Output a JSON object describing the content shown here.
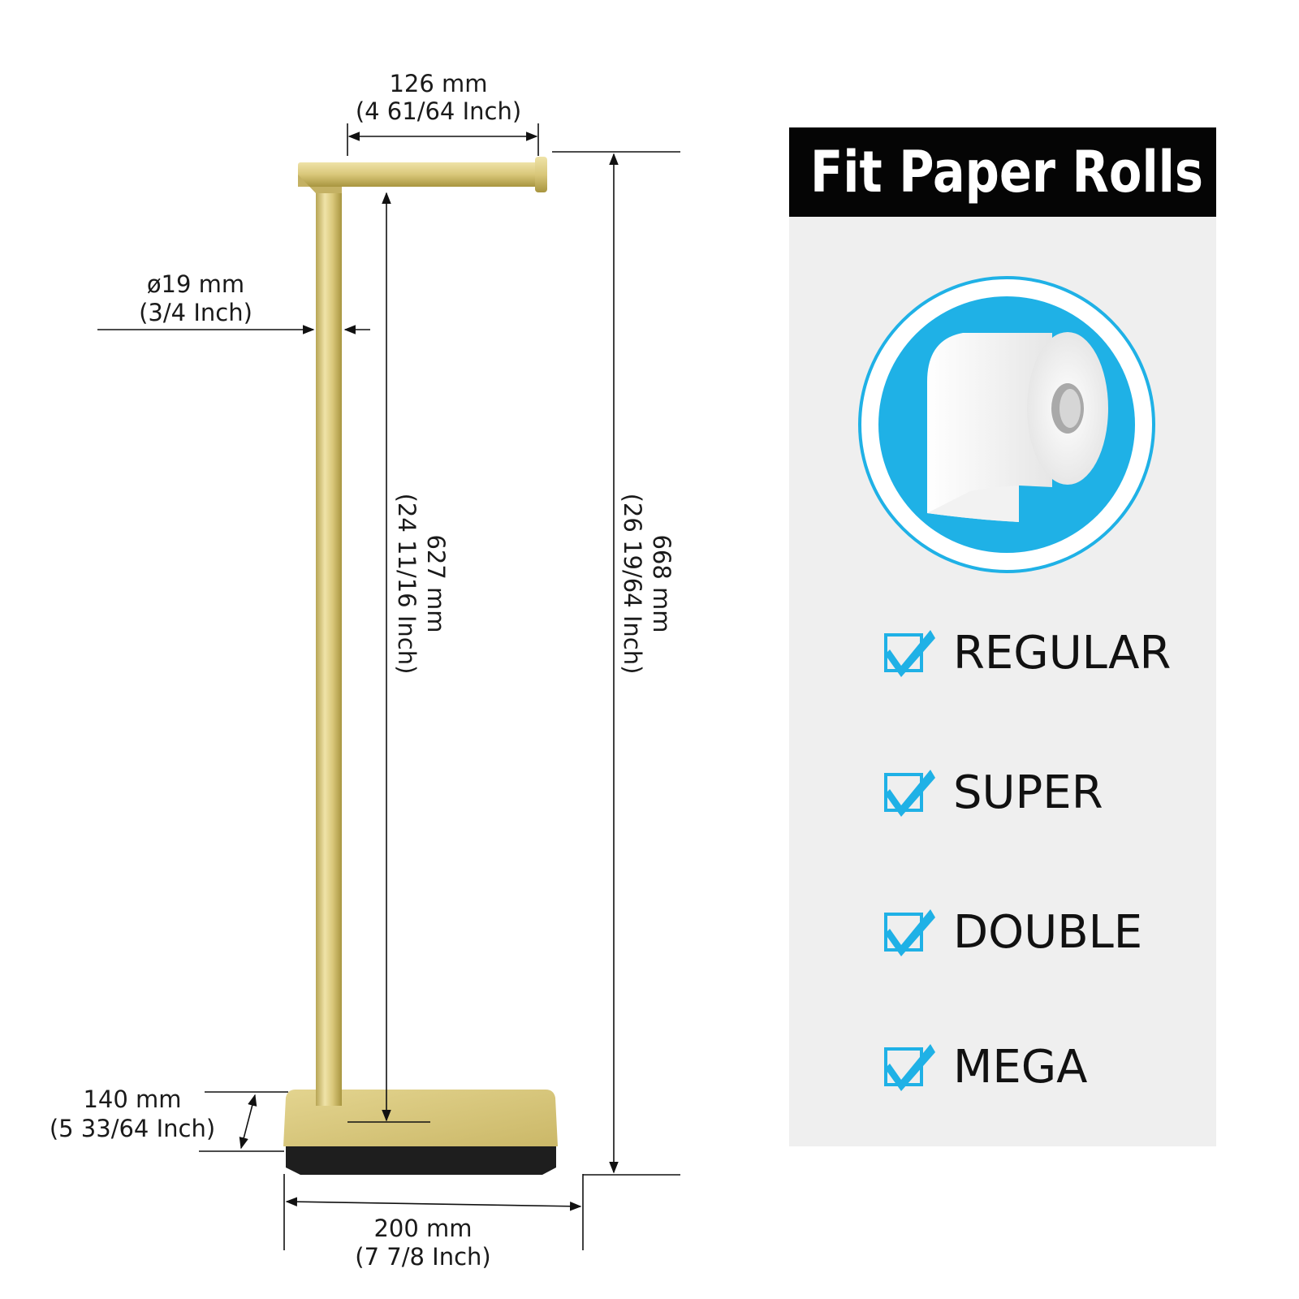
{
  "colors": {
    "gold": "#d9c77a",
    "gold_dark": "#b8a554",
    "gold_light": "#efe3a8",
    "base_black": "#1e1e1e",
    "accent_blue": "#1fb1e6",
    "panel_bg": "#efefef",
    "header_bg": "#050505"
  },
  "dimensions": {
    "arm_length": {
      "mm": "126 mm",
      "inch": "(4 61/64 Inch)"
    },
    "tube_diameter": {
      "mm": "ø19 mm",
      "inch": "(3/4 Inch)"
    },
    "inner_height": {
      "mm": "627 mm",
      "inch": "(24 11/16 Inch)"
    },
    "total_height": {
      "mm": "668 mm",
      "inch": "(26 19/64 Inch)"
    },
    "base_depth": {
      "mm": "140 mm",
      "inch": "(5 33/64 Inch)"
    },
    "base_width": {
      "mm": "200 mm",
      "inch": "(7 7/8 Inch)"
    }
  },
  "panel": {
    "title": "Fit Paper Rolls",
    "icon": "toilet-paper-roll-icon",
    "check_icon": "checkbox-checked-icon",
    "roll_types": [
      "REGULAR",
      "SUPER",
      "DOUBLE",
      "MEGA"
    ]
  }
}
